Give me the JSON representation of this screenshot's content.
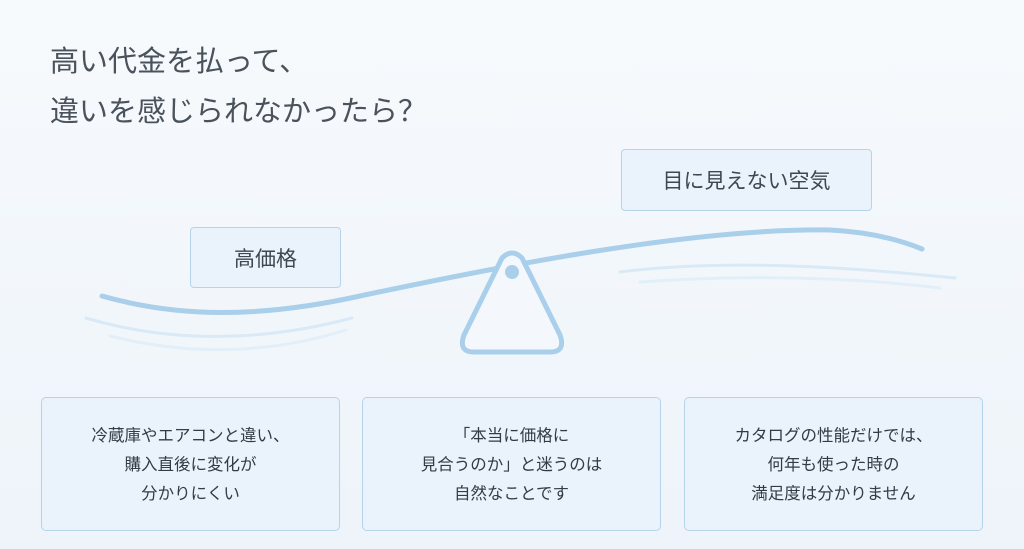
{
  "title": {
    "line1": "高い代金を払って、",
    "line2": "違いを感じられなかったら？"
  },
  "labels": {
    "left": "高価格",
    "right": "目に見えない空気"
  },
  "cards": [
    {
      "lines": [
        "冷蔵庫やエアコンと違い、",
        "購入直後に変化が",
        "分かりにくい"
      ]
    },
    {
      "lines": [
        "「本当に価格に",
        "見合うのか」と迷うのは",
        "自然なことです"
      ]
    },
    {
      "lines": [
        "カタログの性能だけでは、",
        "何年も使った時の",
        "満足度は分かりません"
      ]
    }
  ],
  "colors": {
    "accent": "#a9cfea",
    "box_fill": "#eaf3fb",
    "box_border": "#b5d4ec"
  }
}
